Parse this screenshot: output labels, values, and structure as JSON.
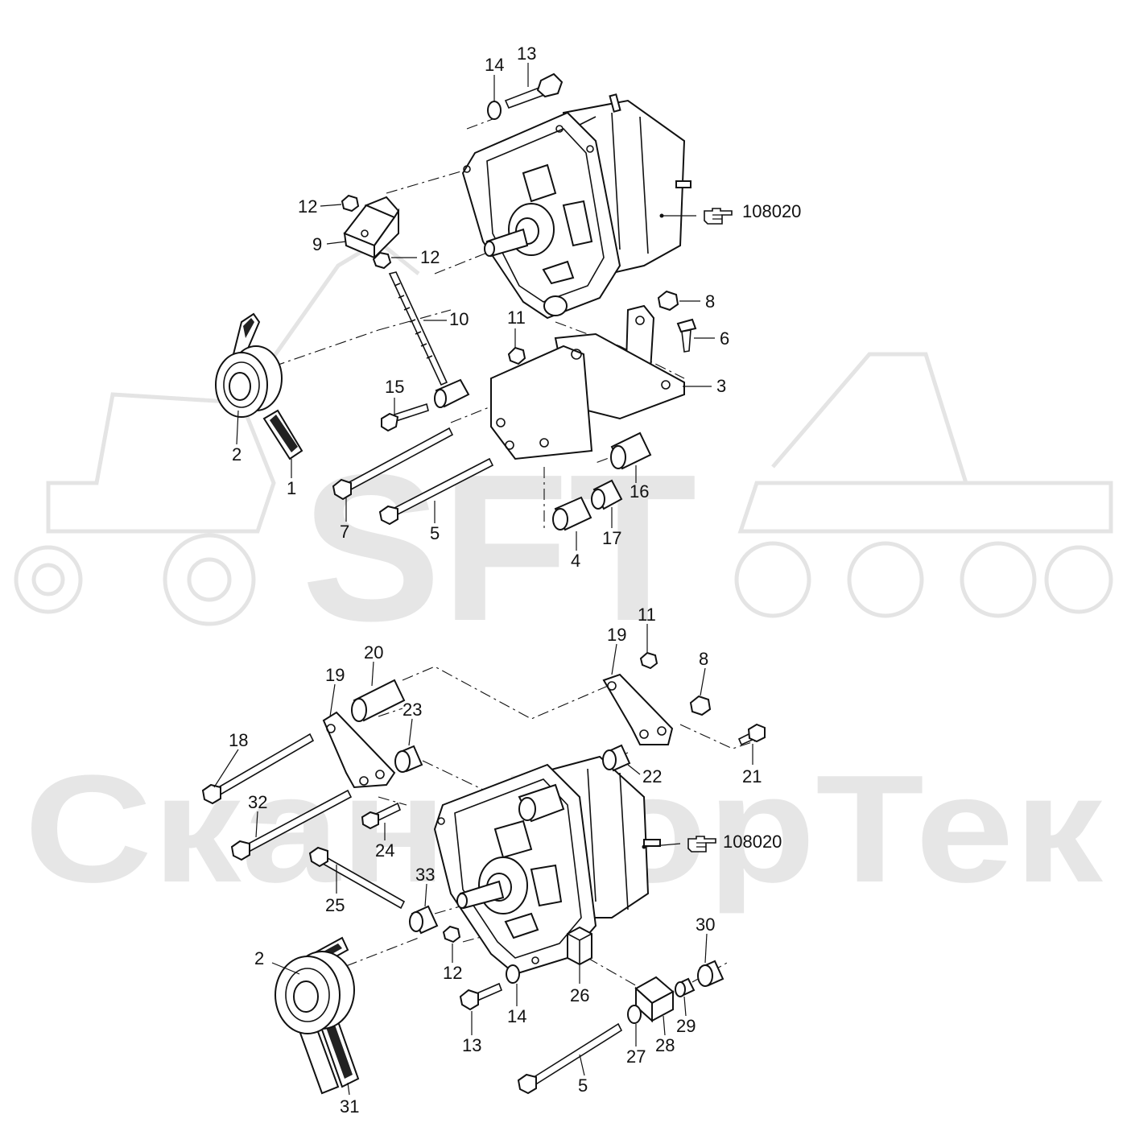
{
  "watermark": {
    "logo_text": "SFT",
    "brand_text": "СканФорТек",
    "logo_color": "#e6e6e6"
  },
  "upper_assembly": {
    "reference": "108020",
    "callouts": [
      {
        "id": "u-13",
        "text": "13"
      },
      {
        "id": "u-14",
        "text": "14"
      },
      {
        "id": "u-12a",
        "text": "12"
      },
      {
        "id": "u-9",
        "text": "9"
      },
      {
        "id": "u-12b",
        "text": "12"
      },
      {
        "id": "u-10",
        "text": "10"
      },
      {
        "id": "u-11",
        "text": "11"
      },
      {
        "id": "u-8",
        "text": "8"
      },
      {
        "id": "u-6",
        "text": "6"
      },
      {
        "id": "u-3",
        "text": "3"
      },
      {
        "id": "u-15",
        "text": "15"
      },
      {
        "id": "u-2",
        "text": "2"
      },
      {
        "id": "u-1",
        "text": "1"
      },
      {
        "id": "u-7",
        "text": "7"
      },
      {
        "id": "u-5",
        "text": "5"
      },
      {
        "id": "u-16",
        "text": "16"
      },
      {
        "id": "u-17",
        "text": "17"
      },
      {
        "id": "u-4",
        "text": "4"
      }
    ]
  },
  "lower_assembly": {
    "reference": "108020",
    "callouts": [
      {
        "id": "l-11",
        "text": "11"
      },
      {
        "id": "l-19a",
        "text": "19"
      },
      {
        "id": "l-8",
        "text": "8"
      },
      {
        "id": "l-20",
        "text": "20"
      },
      {
        "id": "l-19b",
        "text": "19"
      },
      {
        "id": "l-23",
        "text": "23"
      },
      {
        "id": "l-18",
        "text": "18"
      },
      {
        "id": "l-22",
        "text": "22"
      },
      {
        "id": "l-21",
        "text": "21"
      },
      {
        "id": "l-32",
        "text": "32"
      },
      {
        "id": "l-24",
        "text": "24"
      },
      {
        "id": "l-25",
        "text": "25"
      },
      {
        "id": "l-33",
        "text": "33"
      },
      {
        "id": "l-30",
        "text": "30"
      },
      {
        "id": "l-2",
        "text": "2"
      },
      {
        "id": "l-12",
        "text": "12"
      },
      {
        "id": "l-26",
        "text": "26"
      },
      {
        "id": "l-14",
        "text": "14"
      },
      {
        "id": "l-29",
        "text": "29"
      },
      {
        "id": "l-28",
        "text": "28"
      },
      {
        "id": "l-27",
        "text": "27"
      },
      {
        "id": "l-13",
        "text": "13"
      },
      {
        "id": "l-5",
        "text": "5"
      },
      {
        "id": "l-31",
        "text": "31"
      }
    ]
  }
}
